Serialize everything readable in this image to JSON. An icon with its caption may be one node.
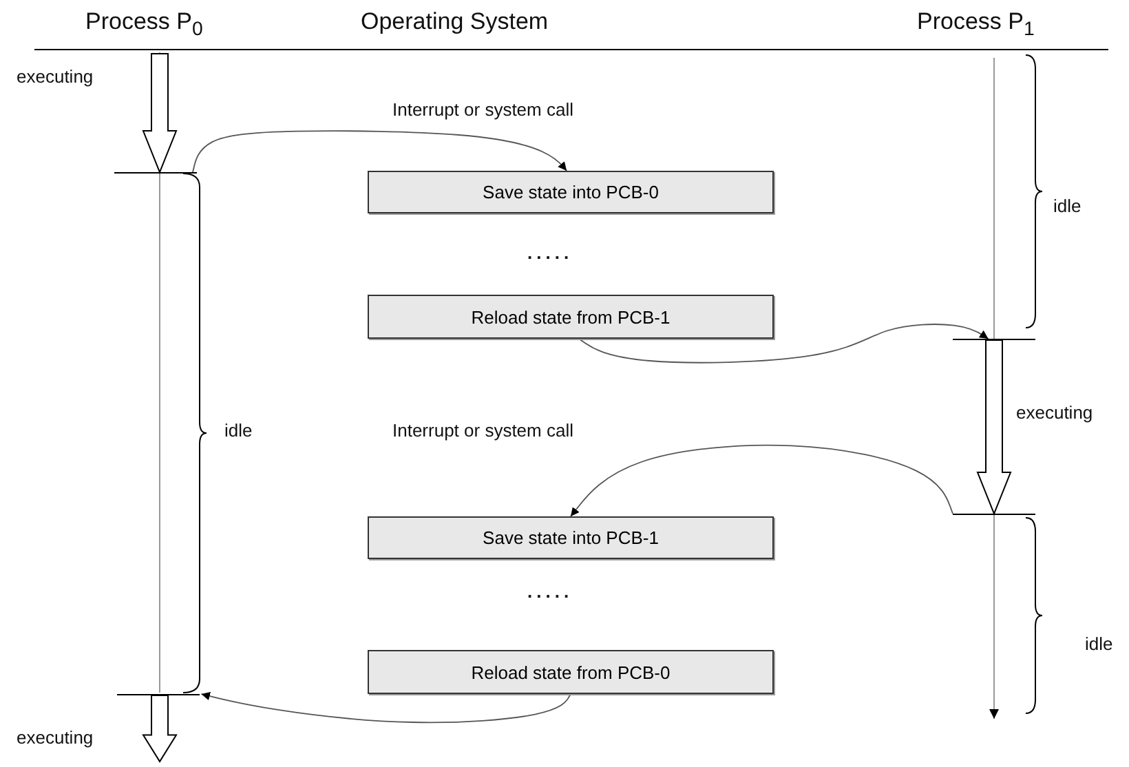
{
  "diagram": {
    "nodes": [
      {
        "text": [],
        "shape": "bar"
      },
      {
        "text": [
          "Save state into PCB-0"
        ]
      },
      {
        "text": [
          "Reload state from PCB-1"
        ]
      },
      {
        "text": [],
        "shape": "bar"
      },
      {
        "text": [],
        "shape": "bar"
      },
      {
        "text": [
          "Save state into PCB-1"
        ]
      },
      {
        "text": [
          "Reload state from PCB-0"
        ]
      },
      {
        "text": [],
        "shape": "bar"
      }
    ],
    "edges": [
      {
        "from": null,
        "to": 0,
        "arrow": "to",
        "style": "thick"
      },
      {
        "from": 0,
        "to": 1,
        "arrow": "to"
      },
      {
        "from": 2,
        "to": 3,
        "arrow": "to"
      },
      {
        "from": 3,
        "to": 4,
        "arrow": "to",
        "style": "thick"
      },
      {
        "from": 4,
        "to": 5,
        "arrow": "to"
      },
      {
        "from": 6,
        "to": 7,
        "arrow": "to"
      },
      {
        "from": 7,
        "to": null,
        "arrow": "to",
        "style": "thick"
      }
    ],
    "labels": [
      "Process P$_{0}$",
      "Operating System",
      "Process P$_{1}$",
      "executing",
      "Interrupt or system call",
      "idle",
      ".....",
      "idle",
      "executing",
      "Interrupt or system call",
      ".....",
      "idle",
      "executing"
    ]
  }
}
